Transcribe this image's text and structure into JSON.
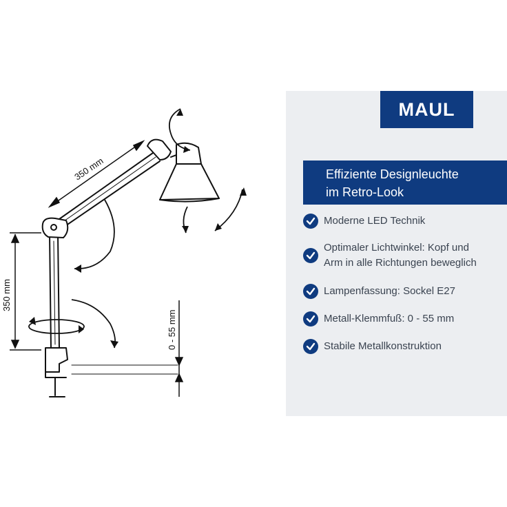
{
  "dimensions": {
    "arm_length": "350 mm",
    "lower_arm_length": "350 mm",
    "clamp_range": "0 - 55 mm"
  },
  "brand": {
    "logo_text": "MAUL"
  },
  "headline": {
    "line1": "Effiziente Designleuchte",
    "line2": "im Retro-Look"
  },
  "features": [
    {
      "text": "Moderne LED Technik"
    },
    {
      "line1": "Optimaler Lichtwinkel: Kopf und",
      "line2": "Arm in alle Richtungen beweglich"
    },
    {
      "text": "Lampenfassung: Sockel E27"
    },
    {
      "text": "Metall-Klemmfuß: 0 - 55 mm"
    },
    {
      "text": "Stabile Metallkonstruktion"
    }
  ],
  "colors": {
    "brand_blue": "#0f3b80",
    "panel_bg": "#eceef1",
    "text": "#3a4350"
  },
  "icons": {
    "feature_bullet": "check-circle-icon"
  }
}
